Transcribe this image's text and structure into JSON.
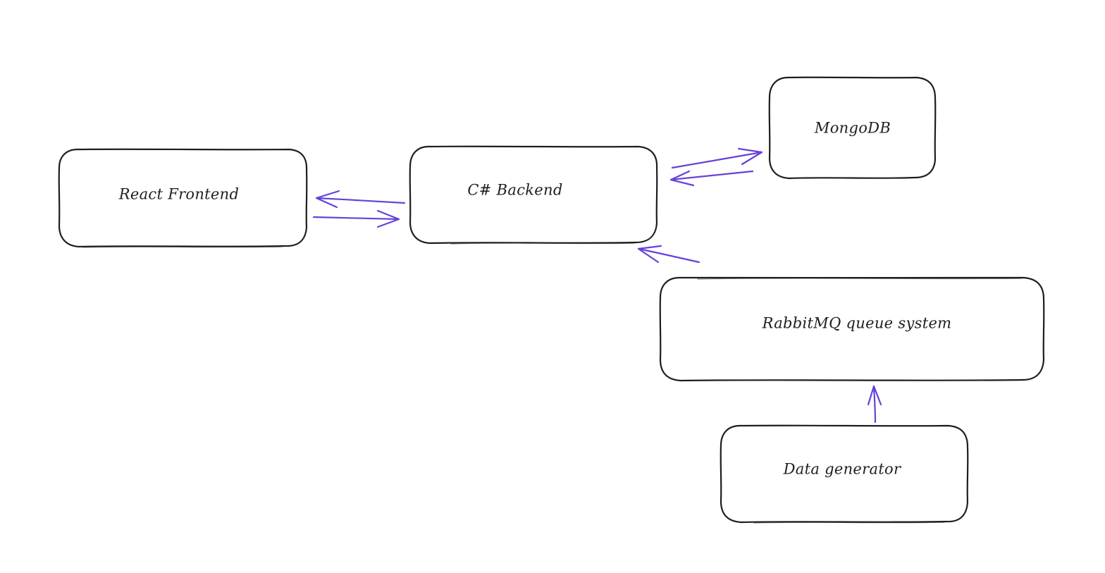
{
  "diagram": {
    "stroke_color": "#1e1e1e",
    "arrow_color": "#6741d9",
    "background": "#ffffff",
    "nodes": [
      {
        "id": "react-frontend",
        "label": "React Frontend"
      },
      {
        "id": "csharp-backend",
        "label": "C# Backend"
      },
      {
        "id": "mongodb",
        "label": "MongoDB"
      },
      {
        "id": "rabbitmq",
        "label": "RabbitMQ queue system"
      },
      {
        "id": "data-generator",
        "label": "Data generator"
      }
    ],
    "edges": [
      {
        "from": "csharp-backend",
        "to": "react-frontend"
      },
      {
        "from": "react-frontend",
        "to": "csharp-backend"
      },
      {
        "from": "csharp-backend",
        "to": "mongodb"
      },
      {
        "from": "mongodb",
        "to": "csharp-backend"
      },
      {
        "from": "rabbitmq",
        "to": "csharp-backend"
      },
      {
        "from": "data-generator",
        "to": "rabbitmq"
      }
    ]
  }
}
